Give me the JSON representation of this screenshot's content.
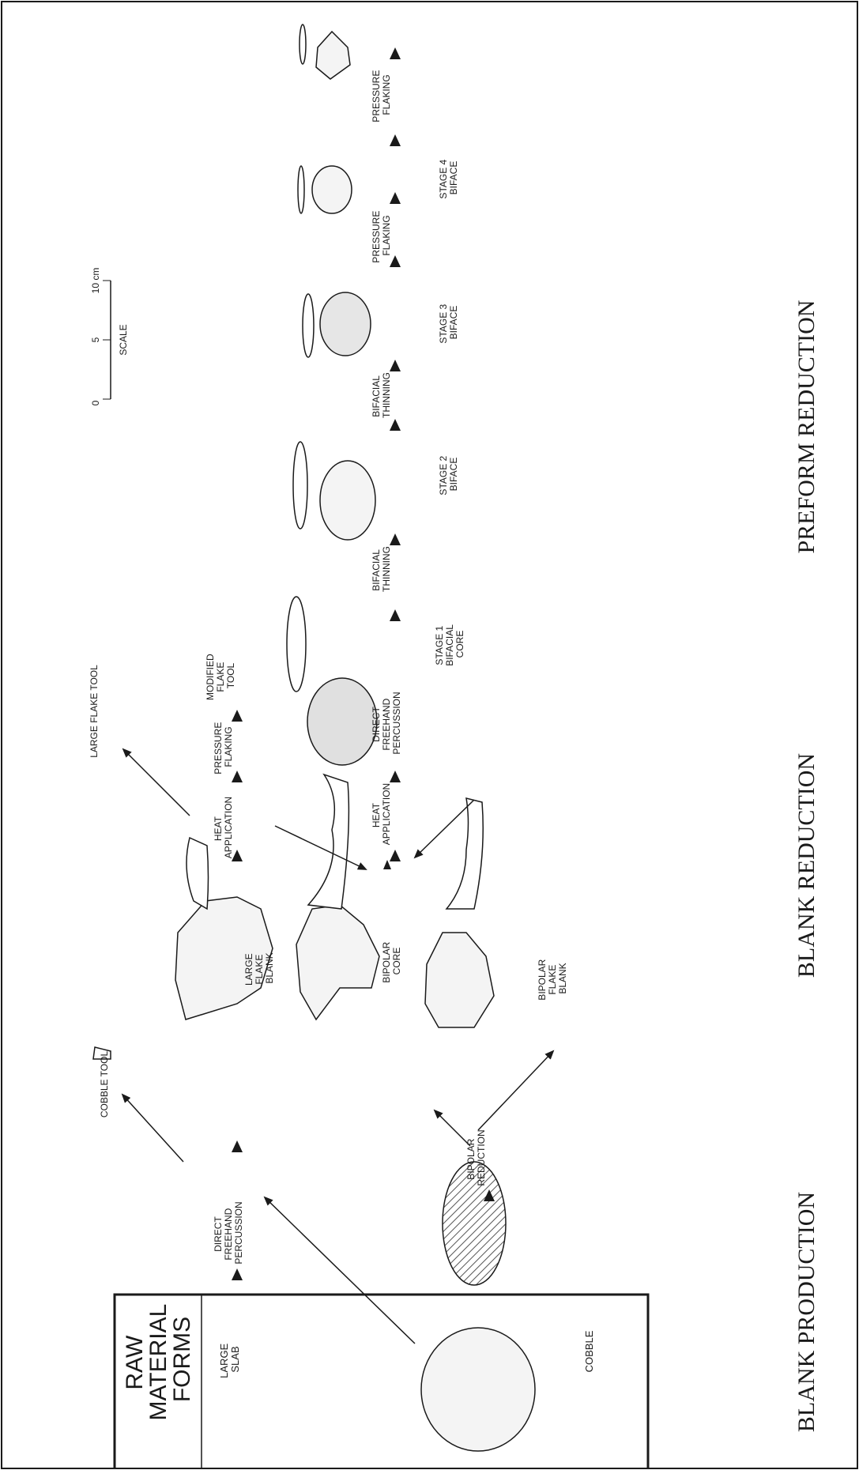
{
  "sections": {
    "blank_production": "BLANK PRODUCTION",
    "blank_reduction": "BLANK REDUCTION",
    "preform_reduction": "PREFORM REDUCTION"
  },
  "raw_material": {
    "title": [
      "RAW",
      "MATERIAL",
      "FORMS"
    ],
    "large_slab": [
      "LARGE",
      "SLAB"
    ],
    "cobble": "COBBLE"
  },
  "scale": {
    "label": "SCALE",
    "ticks": [
      "0",
      "5",
      "10 cm"
    ]
  },
  "labels": {
    "direct_percussion_1": [
      "DIRECT",
      "FREEHAND",
      "PERCUSSION"
    ],
    "cobble_tool": "COBBLE TOOL",
    "large_flake_blank": [
      "LARGE",
      "FLAKE",
      "BLANK"
    ],
    "large_flake_tool": "LARGE FLAKE TOOL",
    "heat_application_1": [
      "HEAT",
      "APPLICATION"
    ],
    "pressure_flaking_1": [
      "PRESSURE",
      "FLAKING"
    ],
    "modified_flake_tool": [
      "MODIFIED",
      "FLAKE",
      "TOOL"
    ],
    "bipolar_reduction": [
      "BIPOLAR",
      "REDUCTION"
    ],
    "bipolar_core": [
      "BIPOLAR",
      "CORE"
    ],
    "bipolar_flake_blank": [
      "BIPOLAR",
      "FLAKE",
      "BLANK"
    ],
    "heat_application_2": [
      "HEAT",
      "APPLICATION"
    ],
    "direct_percussion_2": [
      "DIRECT",
      "FREEHAND",
      "PERCUSSION"
    ],
    "stage1": [
      "STAGE 1",
      "BIFACIAL",
      "CORE"
    ],
    "bifacial_thinning_1": [
      "BIFACIAL",
      "THINNING"
    ],
    "stage2": [
      "STAGE 2",
      "BIFACE"
    ],
    "bifacial_thinning_2": [
      "BIFACIAL",
      "THINNING"
    ],
    "stage3": [
      "STAGE 3",
      "BIFACE"
    ],
    "pressure_flaking_2": [
      "PRESSURE",
      "FLAKING"
    ],
    "stage4": [
      "STAGE 4",
      "BIFACE"
    ],
    "pressure_flaking_3": [
      "PRESSURE",
      "FLAKING"
    ]
  },
  "colors": {
    "ink": "#1a1a1a",
    "stone_fill": "#f2f2f2",
    "hatch": "#555555"
  }
}
